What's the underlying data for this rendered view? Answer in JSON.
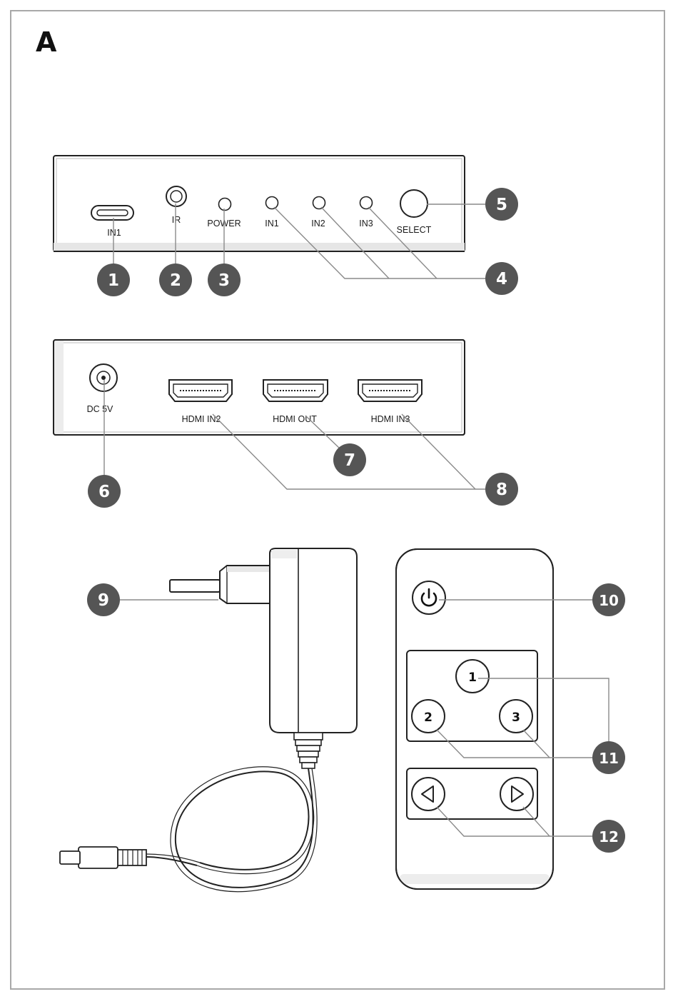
{
  "figure_label": "A",
  "front_panel": {
    "usb_label": "IN1",
    "ir_label": "IR",
    "power_label": "POWER",
    "led_labels": [
      "IN1",
      "IN2",
      "IN3"
    ],
    "select_label": "SELECT"
  },
  "rear_panel": {
    "dc_label": "DC 5V",
    "hdmi_labels": [
      "HDMI IN2",
      "HDMI OUT",
      "HDMI IN3"
    ]
  },
  "remote": {
    "number_buttons": [
      "1",
      "2",
      "3"
    ]
  },
  "callouts": [
    "1",
    "2",
    "3",
    "4",
    "5",
    "6",
    "7",
    "8",
    "9",
    "10",
    "11",
    "12"
  ],
  "colors": {
    "callout_fill": "#555555",
    "line": "#222222",
    "leader": "#8a8a8a"
  }
}
